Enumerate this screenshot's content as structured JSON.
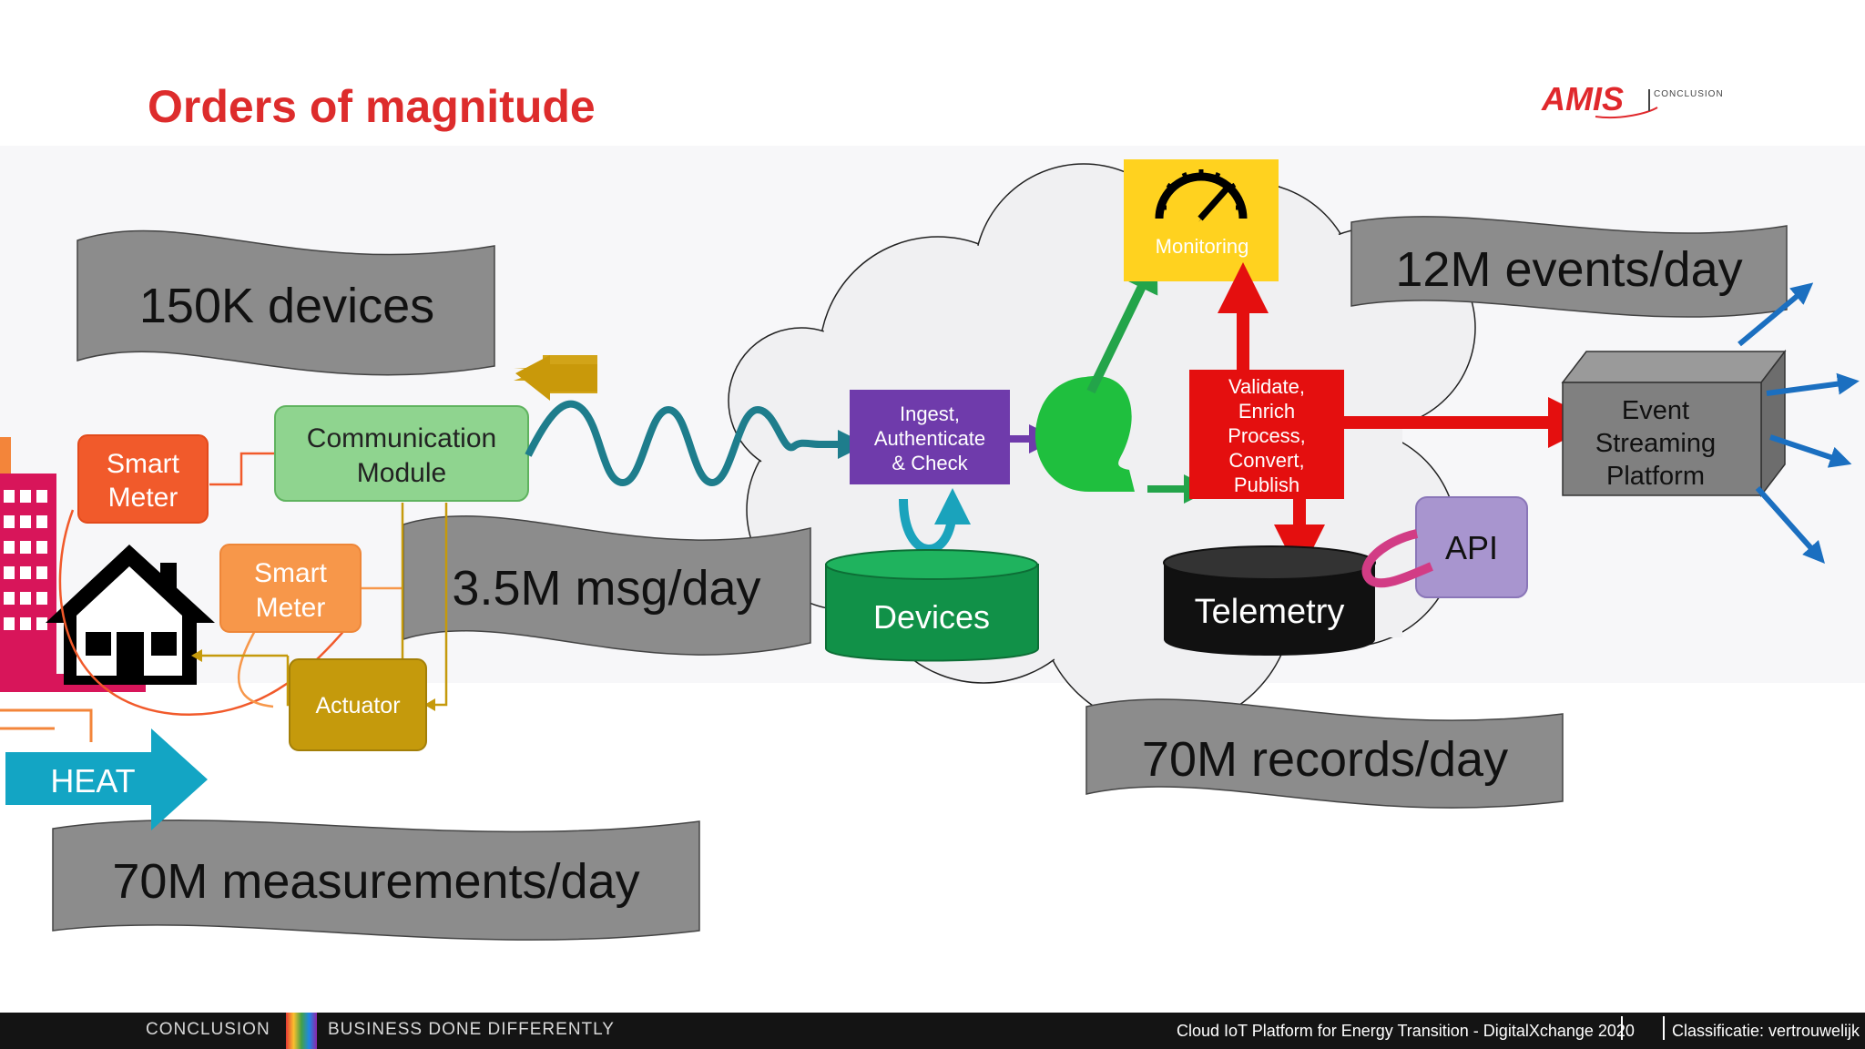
{
  "slide": {
    "title": "Orders of magnitude",
    "logo": {
      "text": "AMIS",
      "subtitle": "CONCLUSION"
    }
  },
  "banners": {
    "devices": "150K devices",
    "msg": "3.5M msg/day",
    "events": "12M events/day",
    "records": "70M records/day",
    "measurements": "70M measurements/day"
  },
  "nodes": {
    "smart_meter_1": [
      "Smart",
      "Meter"
    ],
    "smart_meter_2": [
      "Smart",
      "Meter"
    ],
    "comm_module": [
      "Communication",
      "Module"
    ],
    "actuator": "Actuator",
    "heat": "HEAT",
    "ingest": [
      "Ingest,",
      "Authenticate",
      "& Check"
    ],
    "devices_db": "Devices",
    "monitoring": "Monitoring",
    "validate": [
      "Validate,",
      "Enrich",
      "Process,",
      "Convert,",
      "Publish"
    ],
    "telemetry": "Telemetry",
    "api": "API",
    "event_streaming": [
      "Event",
      "Streaming",
      "Platform"
    ]
  },
  "colors": {
    "title": "#dd2c2c",
    "banner": "#8c8c8c",
    "smart_meter_1": "#f15a2b",
    "smart_meter_2": "#f7974a",
    "comm_module": "#8fd48f",
    "actuator": "#c59a0c",
    "heat": "#13a5c4",
    "ingest": "#6f3bab",
    "devices_db": "#119148",
    "monitoring": "#ffd21f",
    "validate": "#e40f0f",
    "telemetry": "#111111",
    "api": "#a895cf",
    "event_streaming": "#808080",
    "wave": "#1e7d8c",
    "cloud": "#f0f0f2"
  },
  "footer": {
    "left_brand": "CONCLUSION",
    "tagline": "BUSINESS DONE DIFFERENTLY",
    "presentation": "Cloud IoT Platform for Energy Transition - DigitalXchange 2020",
    "classification": "Classificatie: vertrouwelijk"
  }
}
